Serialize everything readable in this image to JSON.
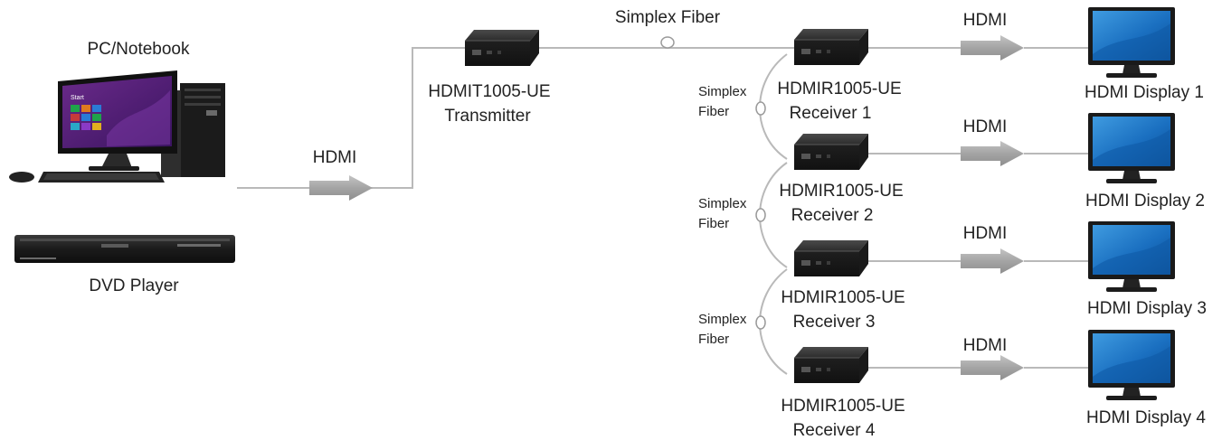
{
  "sources": {
    "pc_label": "PC/Notebook",
    "dvd_label": "DVD Player",
    "pc_screen_text": "Start"
  },
  "input_link": {
    "label": "HDMI"
  },
  "transmitter": {
    "model": "HDMIT1005-UE",
    "role": "Transmitter"
  },
  "trunk": {
    "label": "Simplex Fiber"
  },
  "fiber_links": [
    {
      "line1": "Simplex",
      "line2": "Fiber"
    },
    {
      "line1": "Simplex",
      "line2": "Fiber"
    },
    {
      "line1": "Simplex",
      "line2": "Fiber"
    }
  ],
  "receivers": [
    {
      "model": "HDMIR1005-UE",
      "role": "Receiver 1"
    },
    {
      "model": "HDMIR1005-UE",
      "role": "Receiver 2"
    },
    {
      "model": "HDMIR1005-UE",
      "role": "Receiver 3"
    },
    {
      "model": "HDMIR1005-UE",
      "role": "Receiver 4"
    }
  ],
  "outputs": [
    {
      "link_label": "HDMI",
      "display": "HDMI Display 1"
    },
    {
      "link_label": "HDMI",
      "display": "HDMI Display 2"
    },
    {
      "link_label": "HDMI",
      "display": "HDMI Display 3"
    },
    {
      "link_label": "HDMI",
      "display": "HDMI Display 4"
    }
  ],
  "colors": {
    "connector_line": "#b9b9b9",
    "arrow": "#a8a8a8",
    "device_body": "#2a2a2a",
    "screen_blue": "#1e6fbf",
    "label_text": "#222222"
  }
}
